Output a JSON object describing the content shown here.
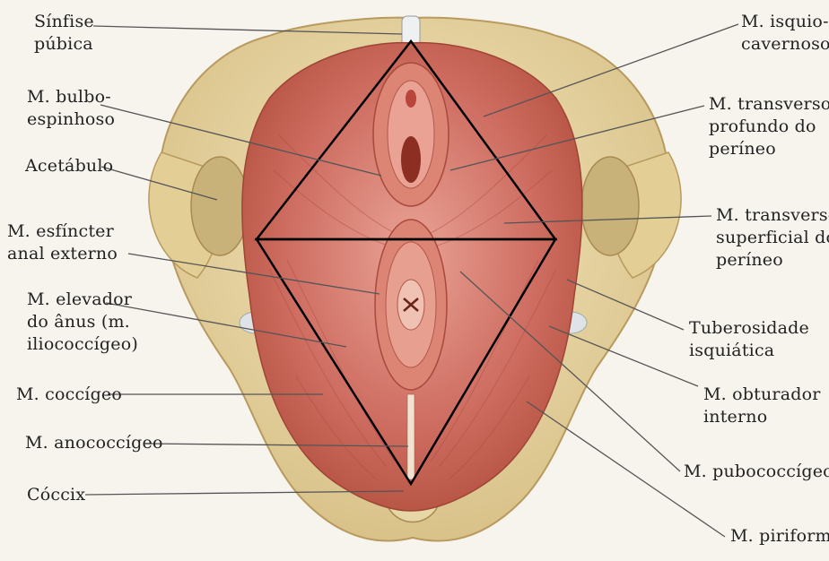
{
  "labels": {
    "sinfise": [
      "Sínfise",
      "púbica"
    ],
    "bulbo": [
      "M. bulbo-",
      "espinhoso"
    ],
    "acetabulo": [
      "Acetábulo"
    ],
    "esfincter": [
      "M. esfíncter",
      "anal externo"
    ],
    "elevador": [
      "M. elevador",
      "do ânus (m.",
      "iliococcígeo)"
    ],
    "coccigeo": [
      "M. coccígeo"
    ],
    "anococcigeo": [
      "M. anococcígeo"
    ],
    "coccix": [
      "Cóccix"
    ],
    "isquio": [
      "M. isquio-",
      "cavernoso"
    ],
    "transverso_profundo": [
      "M. transverso",
      "profundo do",
      "períneo"
    ],
    "transverso_superficial": [
      "M. transverso",
      "superficial do",
      "períneo"
    ],
    "tuberosidade": [
      "Tuberosidade",
      "isquiática"
    ],
    "obturador": [
      "M. obturador",
      "interno"
    ],
    "pubococcigeo": [
      "M. pubococcígeo"
    ],
    "piriforme": [
      "M. piriforme"
    ]
  },
  "colors": {
    "bone": "#ead9a8",
    "bone_shadow": "#c9b27a",
    "muscle": "#c9655a",
    "muscle_light": "#e59a8c",
    "leader": "#555555",
    "triangle": "#000000"
  }
}
